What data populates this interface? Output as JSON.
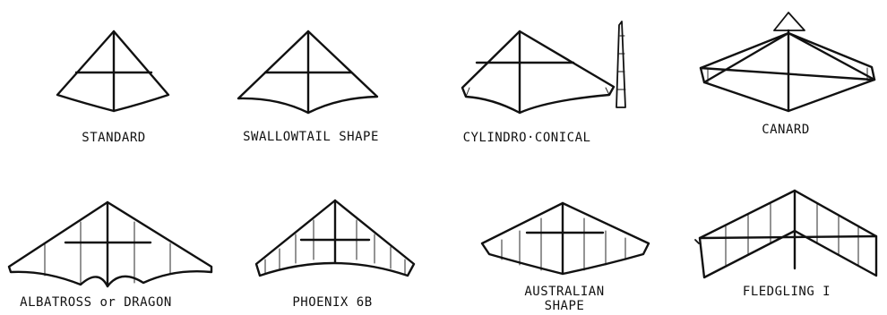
{
  "figure": {
    "labels": [
      {
        "id": "standard",
        "text": "STANDARD"
      },
      {
        "id": "swallowtail",
        "text": "SWALLOWTAIL SHAPE"
      },
      {
        "id": "cylindro",
        "text": "CYLINDRO·CONICAL"
      },
      {
        "id": "canard",
        "text": "CANARD"
      },
      {
        "id": "albatross",
        "text": "ALBATROSS or DRAGON"
      },
      {
        "id": "phoenix",
        "text": "PHOENIX 6B"
      },
      {
        "id": "australian_1",
        "text": "AUSTRALIAN"
      },
      {
        "id": "australian_2",
        "text": "SHAPE"
      },
      {
        "id": "fledgling",
        "text": "FLEDGLING I"
      }
    ]
  }
}
